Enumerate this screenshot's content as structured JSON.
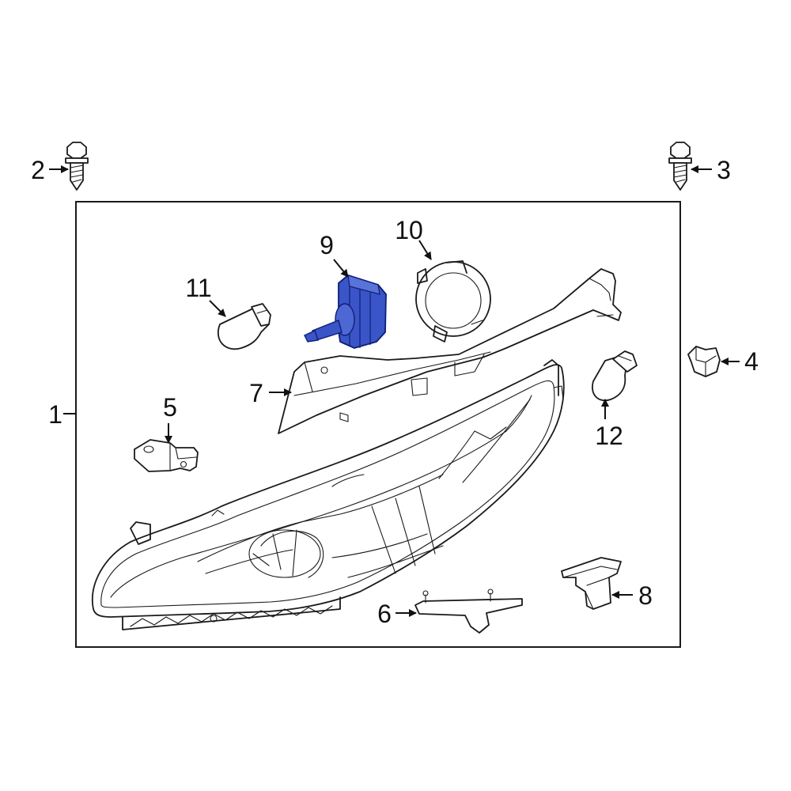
{
  "colors": {
    "highlight_fill": "#3a55c7",
    "highlight_stroke": "#0e1f7a",
    "line": "#1a1a1a",
    "background": "#ffffff"
  },
  "callouts": {
    "c1": "1",
    "c2": "2",
    "c3": "3",
    "c4": "4",
    "c5": "5",
    "c6": "6",
    "c7": "7",
    "c8": "8",
    "c9": "9",
    "c10": "10",
    "c11": "11",
    "c12": "12"
  }
}
